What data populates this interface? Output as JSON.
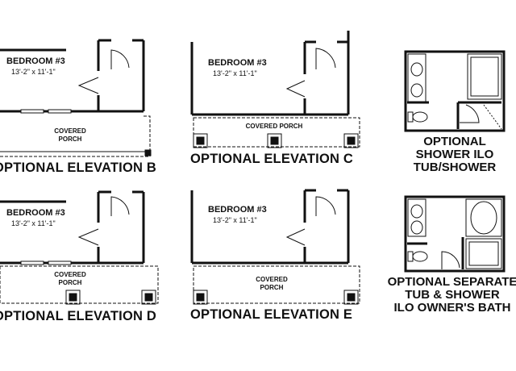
{
  "plans": [
    {
      "room_name": "BEDROOM #3",
      "room_dims": "13'-2\" x 11'-1\"",
      "porch_line1": "COVERED",
      "porch_line2": "PORCH",
      "title": "OPTIONAL ELEVATION B"
    },
    {
      "room_name": "BEDROOM #3",
      "room_dims": "13'-2\" x 11'-1\"",
      "porch_line1": "COVERED PORCH",
      "porch_line2": "",
      "title": "OPTIONAL ELEVATION C"
    },
    {
      "room_name": "BEDROOM #3",
      "room_dims": "13'-2\" x 11'-1\"",
      "porch_line1": "COVERED",
      "porch_line2": "PORCH",
      "title": "OPTIONAL ELEVATION D"
    },
    {
      "room_name": "BEDROOM #3",
      "room_dims": "13'-2\" x 11'-1\"",
      "porch_line1": "COVERED",
      "porch_line2": "PORCH",
      "title": "OPTIONAL ELEVATION E"
    }
  ],
  "bath_options": [
    {
      "title_lines": [
        "OPTIONAL",
        "SHOWER ILO",
        "TUB/SHOWER"
      ]
    },
    {
      "title_lines": [
        "OPTIONAL SEPARATE",
        "TUB & SHOWER",
        "ILO OWNER'S BATH"
      ]
    }
  ],
  "colors": {
    "ink": "#111111",
    "background": "#ffffff",
    "dash": "#555555"
  }
}
